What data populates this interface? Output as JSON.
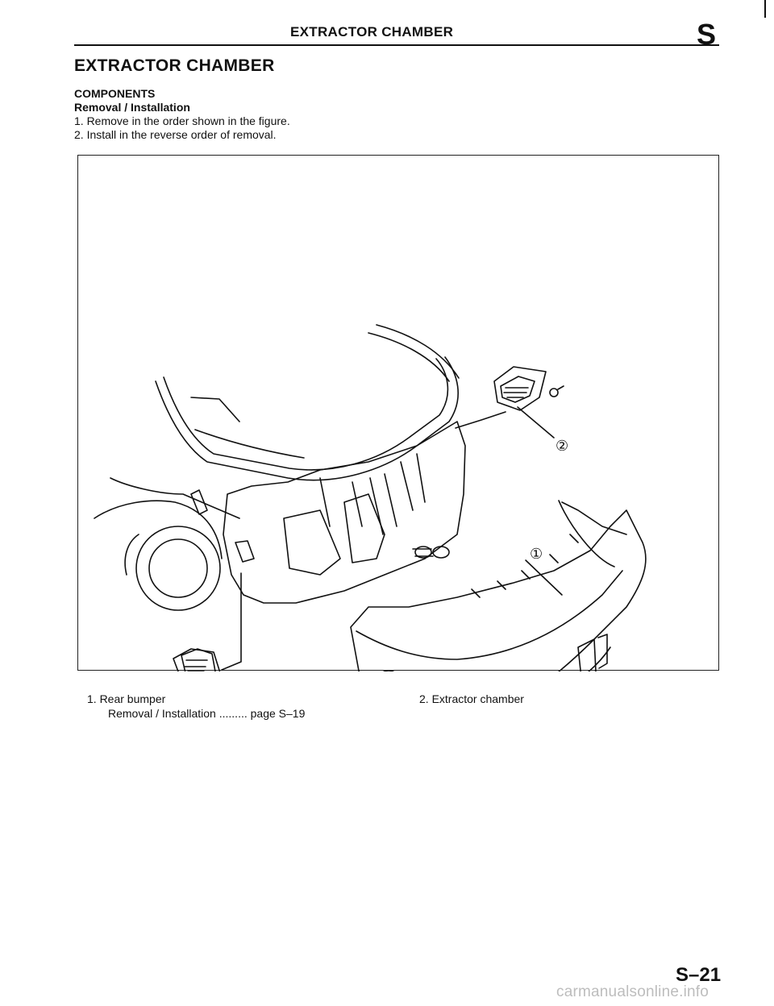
{
  "header": {
    "title": "EXTRACTOR CHAMBER",
    "section_letter": "S"
  },
  "page_title": "EXTRACTOR CHAMBER",
  "components": {
    "heading": "COMPONENTS",
    "subheading": "Removal / Installation",
    "steps": [
      "1. Remove in the order shown in the figure.",
      "2. Install in the reverse order of removal."
    ]
  },
  "figure": {
    "callouts": [
      "①",
      "②",
      "②"
    ]
  },
  "legend": {
    "item1_name": "1. Rear bumper",
    "item1_ref": "Removal / Installation ......... page S–19",
    "item2_name": "2. Extractor chamber"
  },
  "page_number": "S–21",
  "watermark": "carmanualsonline.info"
}
